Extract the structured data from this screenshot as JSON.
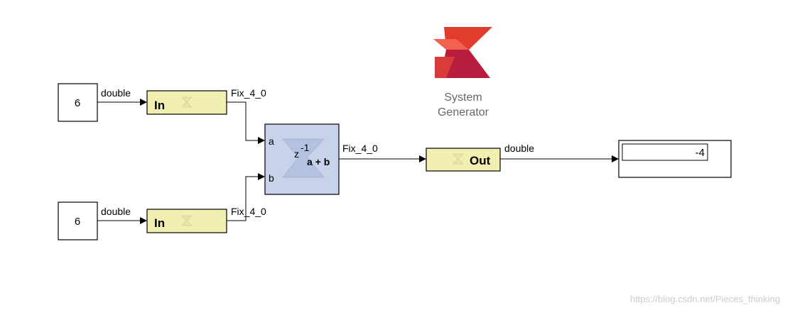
{
  "logo": {
    "line1": "System",
    "line2": "Generator",
    "colors": {
      "primary": "#e23c2e",
      "secondary": "#b81d3e",
      "light": "#f2604e"
    }
  },
  "constants": [
    {
      "value": "6",
      "out_type": "double"
    },
    {
      "value": "6",
      "out_type": "double"
    }
  ],
  "gateway_in": [
    {
      "label": "In",
      "out_type": "Fix_4_0"
    },
    {
      "label": "In",
      "out_type": "Fix_4_0"
    }
  ],
  "addsub": {
    "port_a": "a",
    "port_b": "b",
    "latency_base": "z",
    "latency_exp": "-1",
    "expr": "a + b",
    "out_type": "Fix_4_0"
  },
  "gateway_out": {
    "label": "Out",
    "out_type": "double"
  },
  "display": {
    "value": "-4"
  },
  "watermark": "https://blog.csdn.net/Pieces_thinking",
  "colors": {
    "gateway_fill": "#f2f0b0",
    "addsub_fill": "#c8d3ea",
    "line": "#000000"
  }
}
